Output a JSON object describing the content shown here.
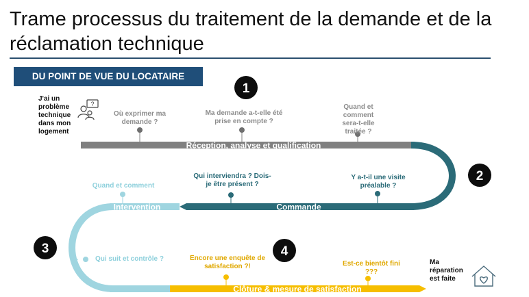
{
  "title": "Trame processus du traitement de la demande et de la réclamation technique",
  "perspective": "DU POINT DE VUE DU LOCATAIRE",
  "start_text": "J'ai un problème technique dans mon logement",
  "end_text": "Ma réparation est faite",
  "steps": [
    "1",
    "2",
    "3",
    "4"
  ],
  "bands": {
    "reception": "Réception, analyse et qualification",
    "commande": "Commande",
    "intervention": "Intervention",
    "cloture": "Clôture & mesure de satisfaction"
  },
  "questions": {
    "q1": "Où exprimer ma demande ?",
    "q2": "Ma demande a-t-elle été prise en compte ?",
    "q3": "Quand et comment sera-t-elle traitée ?",
    "q4": "Qui interviendra ? Dois-je être présent ?",
    "q5": "Y a-t-il une visite préalable ?",
    "q6": "Quand et comment",
    "q7": "Qui suit et contrôle ?",
    "q8": "Encore une enquête de satisfaction ?!",
    "q9": "Est-ce bientôt fini ???"
  },
  "icons": [
    "person-question-icon",
    "house-heart-icon"
  ],
  "colors": {
    "reception": "#808080",
    "commande": "#2b6b78",
    "intervention": "#9fd5e0",
    "cloture": "#f6be00",
    "header": "#1f4e79"
  }
}
